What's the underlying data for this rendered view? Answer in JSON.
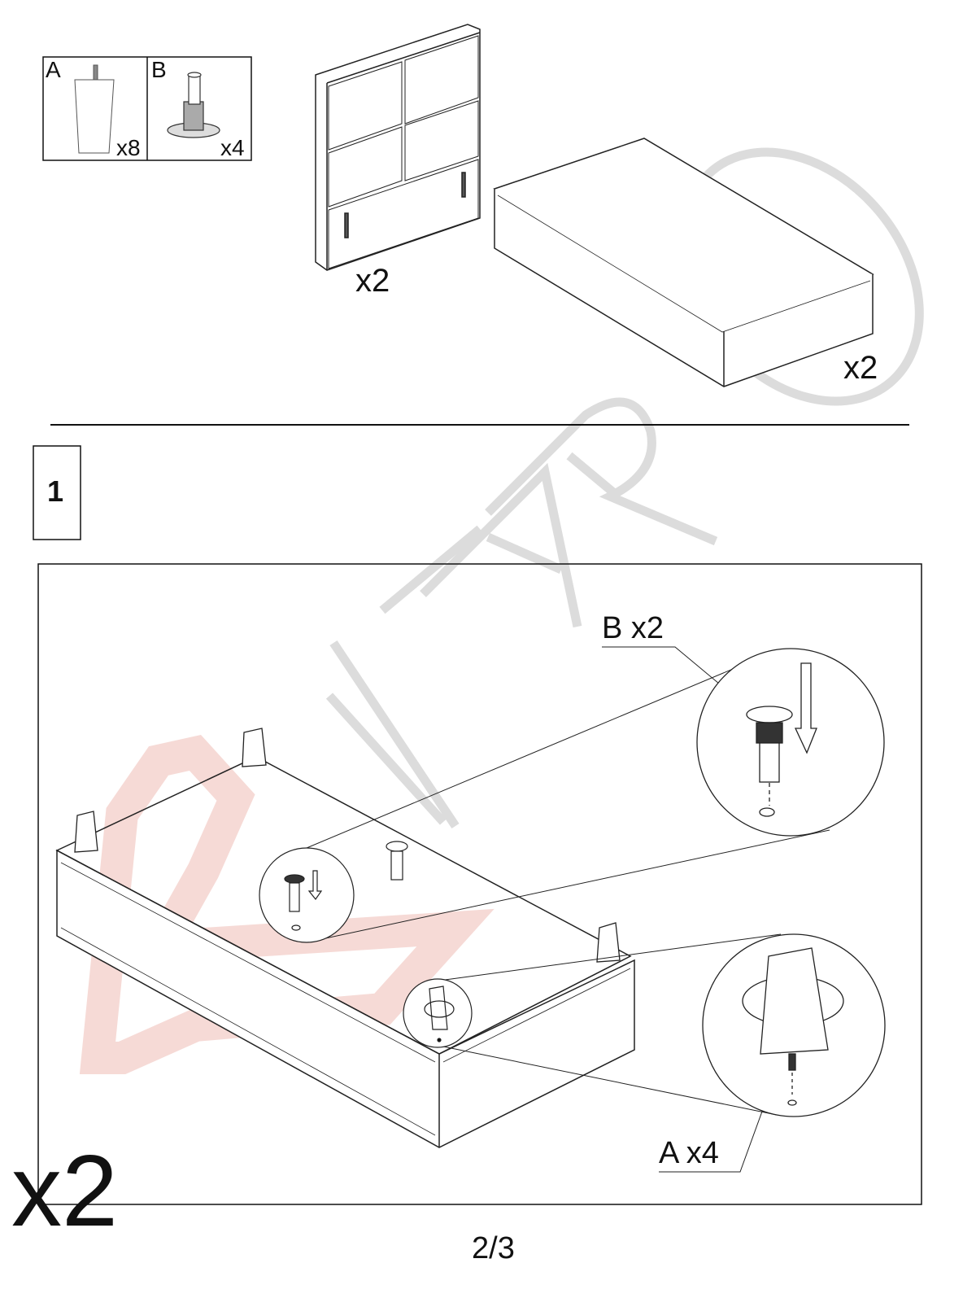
{
  "parts": [
    {
      "letter": "A",
      "quantity": "x8",
      "icon": "furniture-leg-icon"
    },
    {
      "letter": "B",
      "quantity": "x4",
      "icon": "leveling-foot-icon"
    }
  ],
  "components": [
    {
      "name": "headboard",
      "quantity": "x2"
    },
    {
      "name": "bed-base",
      "quantity": "x2"
    }
  ],
  "step": {
    "number": "1",
    "callout_b": "B x2",
    "callout_a": "A x4",
    "repeat": "x2"
  },
  "page": "2/3",
  "watermark": {
    "text": "KARO",
    "color": "#d9d9d9",
    "logo_color": "#f6d6d3"
  }
}
